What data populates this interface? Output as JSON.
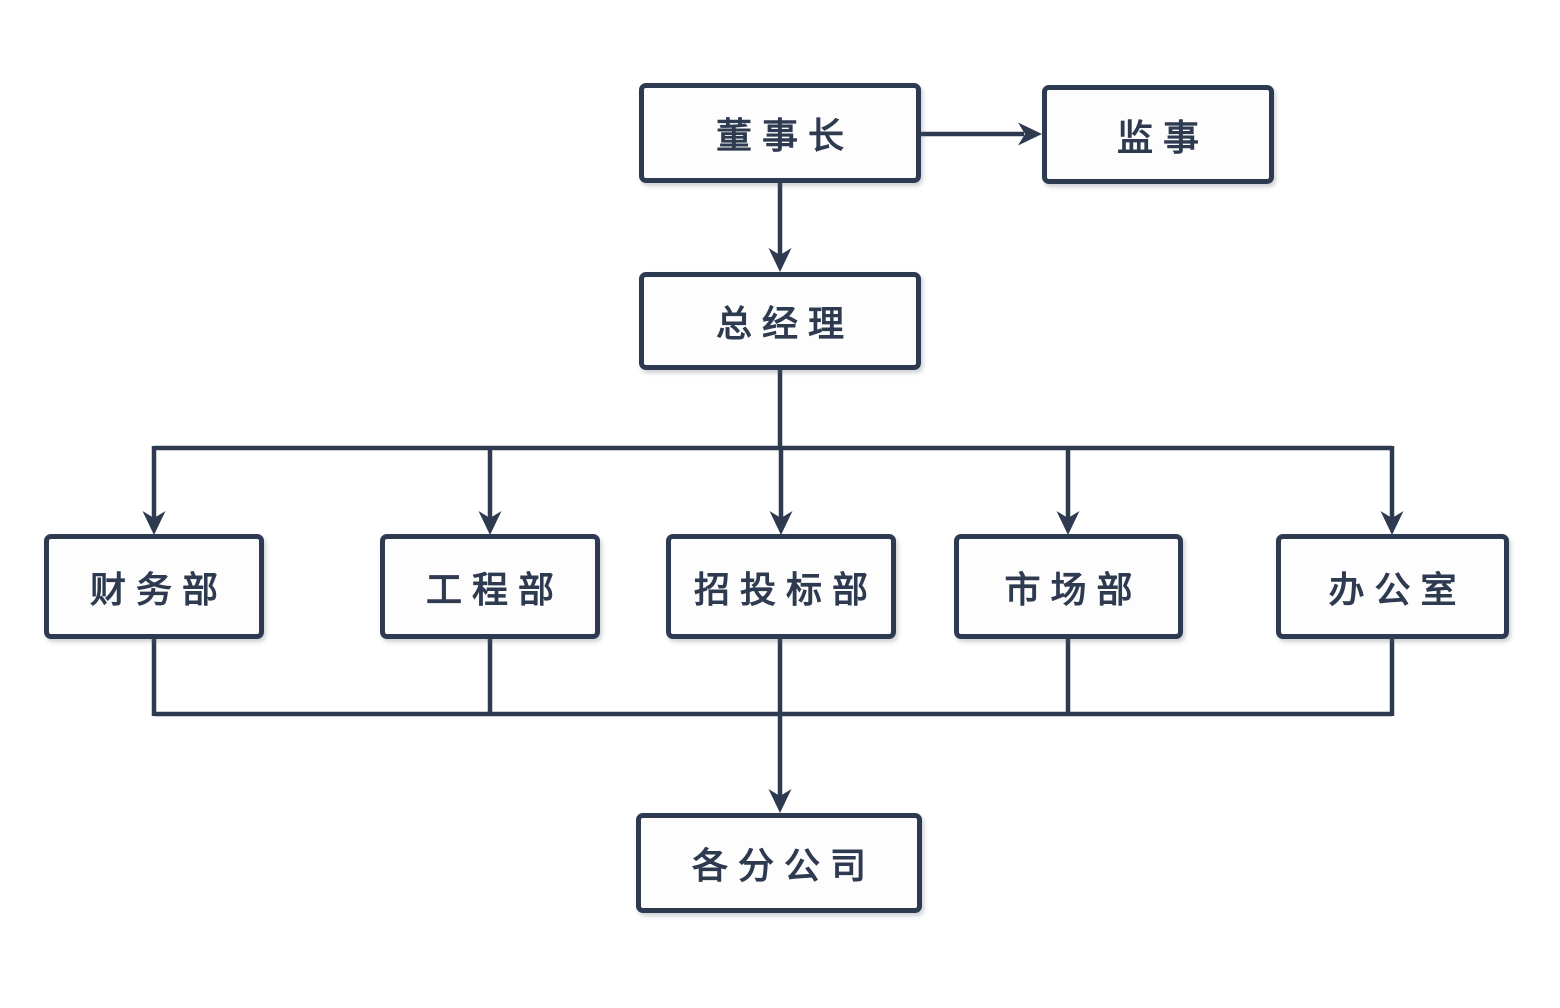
{
  "diagram": {
    "type": "org-chart",
    "nodes": [
      {
        "id": "chairman",
        "label": "董事长"
      },
      {
        "id": "supervisor",
        "label": "监事"
      },
      {
        "id": "general-manager",
        "label": "总经理"
      },
      {
        "id": "finance-dept",
        "label": "财务部"
      },
      {
        "id": "engineering-dept",
        "label": "工程部"
      },
      {
        "id": "bidding-dept",
        "label": "招投标部"
      },
      {
        "id": "marketing-dept",
        "label": "市场部"
      },
      {
        "id": "office",
        "label": "办公室"
      },
      {
        "id": "branch-companies",
        "label": "各分公司"
      }
    ],
    "edges": [
      {
        "from": "董事长",
        "to": "监事",
        "arrow": true
      },
      {
        "from": "董事长",
        "to": "总经理",
        "arrow": true
      },
      {
        "from": "总经理",
        "to": "财务部",
        "arrow": true
      },
      {
        "from": "总经理",
        "to": "工程部",
        "arrow": true
      },
      {
        "from": "总经理",
        "to": "招投标部",
        "arrow": true
      },
      {
        "from": "总经理",
        "to": "市场部",
        "arrow": true
      },
      {
        "from": "总经理",
        "to": "办公室",
        "arrow": true
      },
      {
        "from": "财务部",
        "to": "各分公司",
        "arrow": false
      },
      {
        "from": "工程部",
        "to": "各分公司",
        "arrow": false
      },
      {
        "from": "招投标部",
        "to": "各分公司",
        "arrow": true
      },
      {
        "from": "市场部",
        "to": "各分公司",
        "arrow": false
      },
      {
        "from": "办公室",
        "to": "各分公司",
        "arrow": false
      }
    ],
    "colors": {
      "stroke": "#2e3a50",
      "box_fill": "#fdfdfd",
      "text": "#2e3a50",
      "background": "#ffffff"
    }
  }
}
